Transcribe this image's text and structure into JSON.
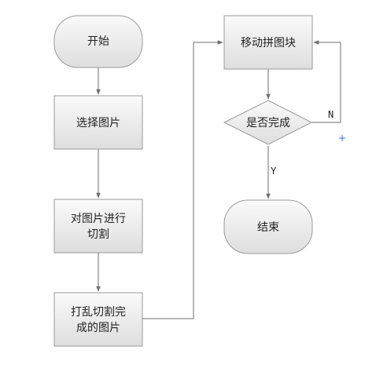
{
  "colors": {
    "node_fill_light": "#fafafa",
    "node_fill_dark": "#dedede",
    "node_stroke": "#9a9a9a",
    "edge": "#6f6f6f",
    "cross_marker": "#3a6fd8"
  },
  "nodes": {
    "start": {
      "label": "开始"
    },
    "select": {
      "label": "选择图片"
    },
    "cut": {
      "line1": "对图片进行",
      "line2": "切割"
    },
    "shuffle": {
      "line1": "打乱切割完",
      "line2": "成的图片"
    },
    "move": {
      "label": "移动拼图块"
    },
    "done": {
      "label": "是否完成"
    },
    "end": {
      "label": "结束"
    }
  },
  "edges": {
    "no_label": "N",
    "yes_label": "Y"
  },
  "marker_icon": "plus-marker-icon"
}
